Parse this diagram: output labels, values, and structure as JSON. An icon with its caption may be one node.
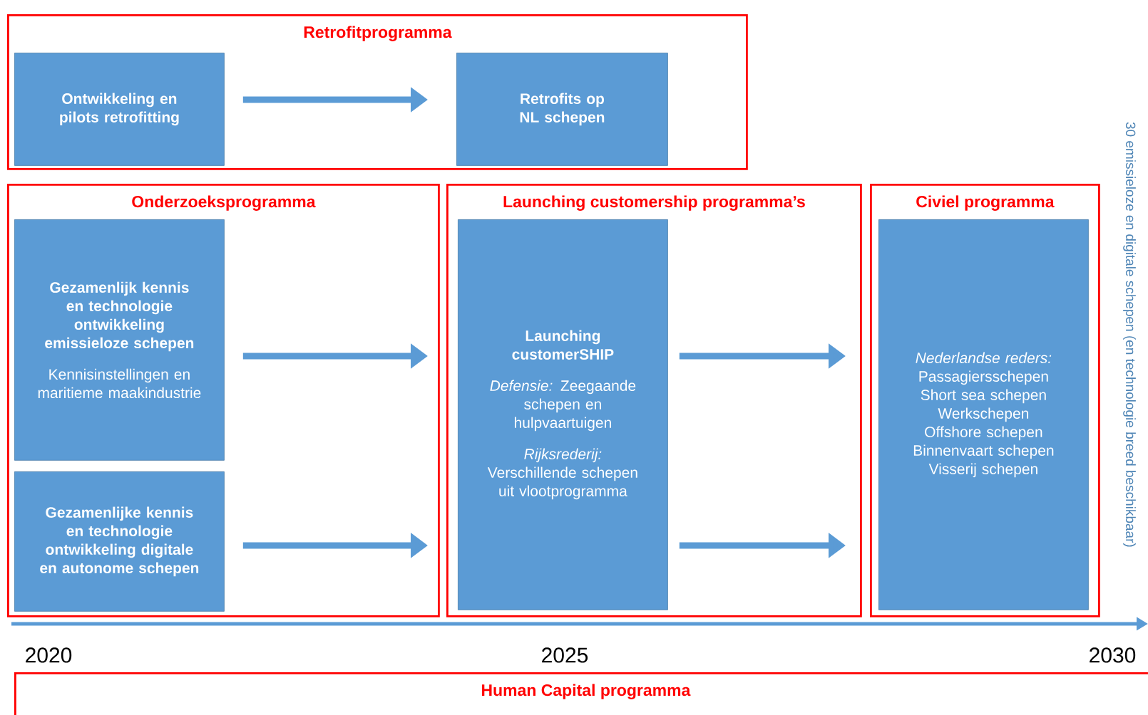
{
  "diagram": {
    "nodes": [
      {
        "text": [
          "Retrofitprogramma"
        ]
      },
      {
        "text": [
          "Ontwikkeling en pilots retrofitting"
        ],
        "in": 0
      },
      {
        "text": [
          "Retrofits op NL schepen"
        ],
        "in": 0
      },
      {
        "text": [
          "Onderzoeksprogramma"
        ]
      },
      {
        "text": [
          "Gezamenlijk kennis en technologie ontwikkeling emissieloze schepen",
          "Kennisinstellingen en maritieme maakindustrie"
        ],
        "in": 3
      },
      {
        "text": [
          "Gezamenlijke kennis en technologie ontwikkeling digitale en autonome schepen"
        ],
        "in": 3
      },
      {
        "text": [
          "Launching customership programma’s"
        ]
      },
      {
        "text": [
          "Launching customerSHIP",
          "*Defensie:* Zeegaande schepen en hulpvaartuigen",
          "*Rijksrederij:* Verschillende schepen uit vlootprogramma"
        ],
        "in": 6
      },
      {
        "text": [
          "Civiel programma"
        ]
      },
      {
        "text": [
          "Nederlandse reders:",
          "Passagiersschepen",
          "Short sea schepen",
          "Werkschepen",
          "Offshore schepen",
          "Binnenvaart schepen",
          "Visserij schepen"
        ],
        "in": 8
      },
      {
        "text": [
          "Human Capital programma"
        ]
      }
    ],
    "edges": [
      {
        "from": 1,
        "to": 2,
        "arrow": "to"
      },
      {
        "from": 4,
        "to": 7,
        "arrow": "to"
      },
      {
        "from": 5,
        "to": 7,
        "arrow": "to"
      },
      {
        "from": 7,
        "to": 9,
        "arrow": "to"
      },
      {
        "from": 7,
        "to": 9,
        "arrow": "to"
      }
    ],
    "labels": [
      "30 emissieloze en digitale schepen (en technologie breed beschikbaar)",
      "2020",
      "2025",
      "2030"
    ]
  }
}
